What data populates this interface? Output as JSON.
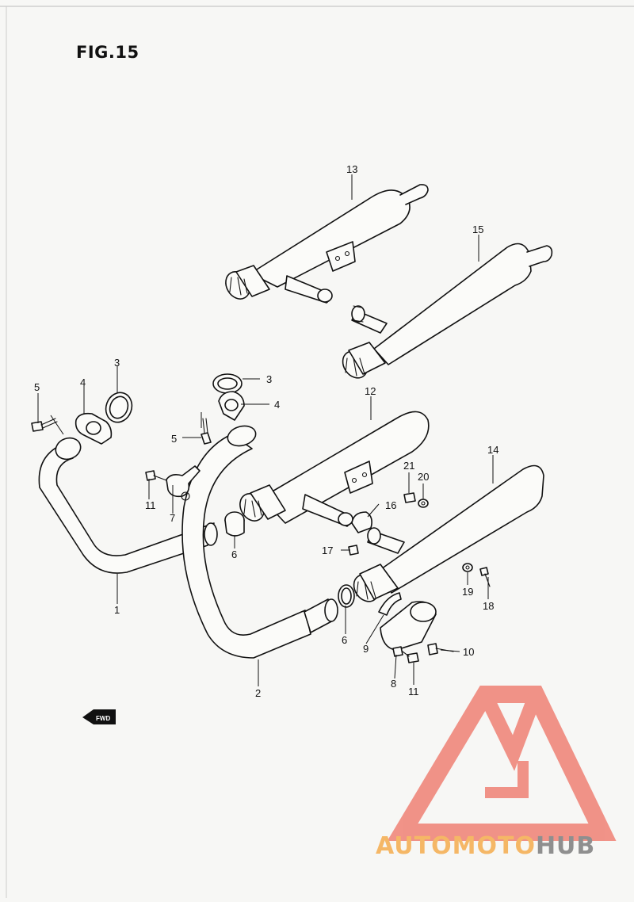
{
  "figure": {
    "title": "FIG.15"
  },
  "callouts": {
    "c1": "1",
    "c2": "2",
    "c3a": "3",
    "c3b": "3",
    "c4a": "4",
    "c4b": "4",
    "c5a": "5",
    "c5b": "5",
    "c6a": "6",
    "c6b": "6",
    "c7": "7",
    "c8": "8",
    "c9": "9",
    "c10": "10",
    "c11a": "11",
    "c11b": "11",
    "c12": "12",
    "c13": "13",
    "c14": "14",
    "c15": "15",
    "c16": "16",
    "c17": "17",
    "c18": "18",
    "c19": "19",
    "c20": "20",
    "c21": "21"
  },
  "fwd_marker": {
    "label": "FWD"
  },
  "watermark": {
    "word_orange": "AUTOMOTO",
    "word_gray": "HUB",
    "color_red": "#f08a7e",
    "color_orange": "#f5b766",
    "color_gray": "#8f8f8f"
  }
}
